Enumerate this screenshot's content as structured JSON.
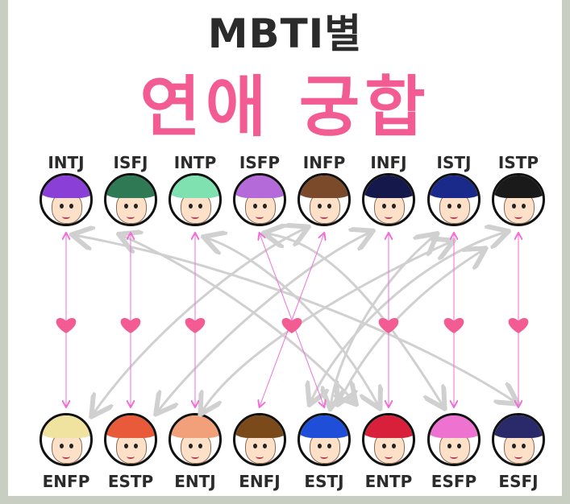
{
  "title": {
    "line1": "MBTI별",
    "line2": "연애 궁합"
  },
  "top_row": [
    {
      "type": "INTJ",
      "hair": "#8a3fd6"
    },
    {
      "type": "ISFJ",
      "hair": "#2f7a55"
    },
    {
      "type": "INTP",
      "hair": "#7fe0b0"
    },
    {
      "type": "ISFP",
      "hair": "#b46ad8"
    },
    {
      "type": "INFP",
      "hair": "#7a4a2a"
    },
    {
      "type": "INFJ",
      "hair": "#14184a"
    },
    {
      "type": "ISTJ",
      "hair": "#1a2a8a"
    },
    {
      "type": "ISTP",
      "hair": "#1a1a1a"
    }
  ],
  "bottom_row": [
    {
      "type": "ENFP",
      "hair": "#f0e3a0"
    },
    {
      "type": "ESTP",
      "hair": "#e85a3a"
    },
    {
      "type": "ENTJ",
      "hair": "#f2a07a"
    },
    {
      "type": "ENFJ",
      "hair": "#7a4a1a"
    },
    {
      "type": "ESTJ",
      "hair": "#1f4fd8"
    },
    {
      "type": "ENTP",
      "hair": "#d8203a"
    },
    {
      "type": "ESFP",
      "hair": "#ee72d0"
    },
    {
      "type": "ESFJ",
      "hair": "#2a2a6a"
    }
  ],
  "colors": {
    "pink": "#f25c93",
    "arrow_pink": "#f06fd6",
    "gray_arrow": "#d0d0d0"
  }
}
